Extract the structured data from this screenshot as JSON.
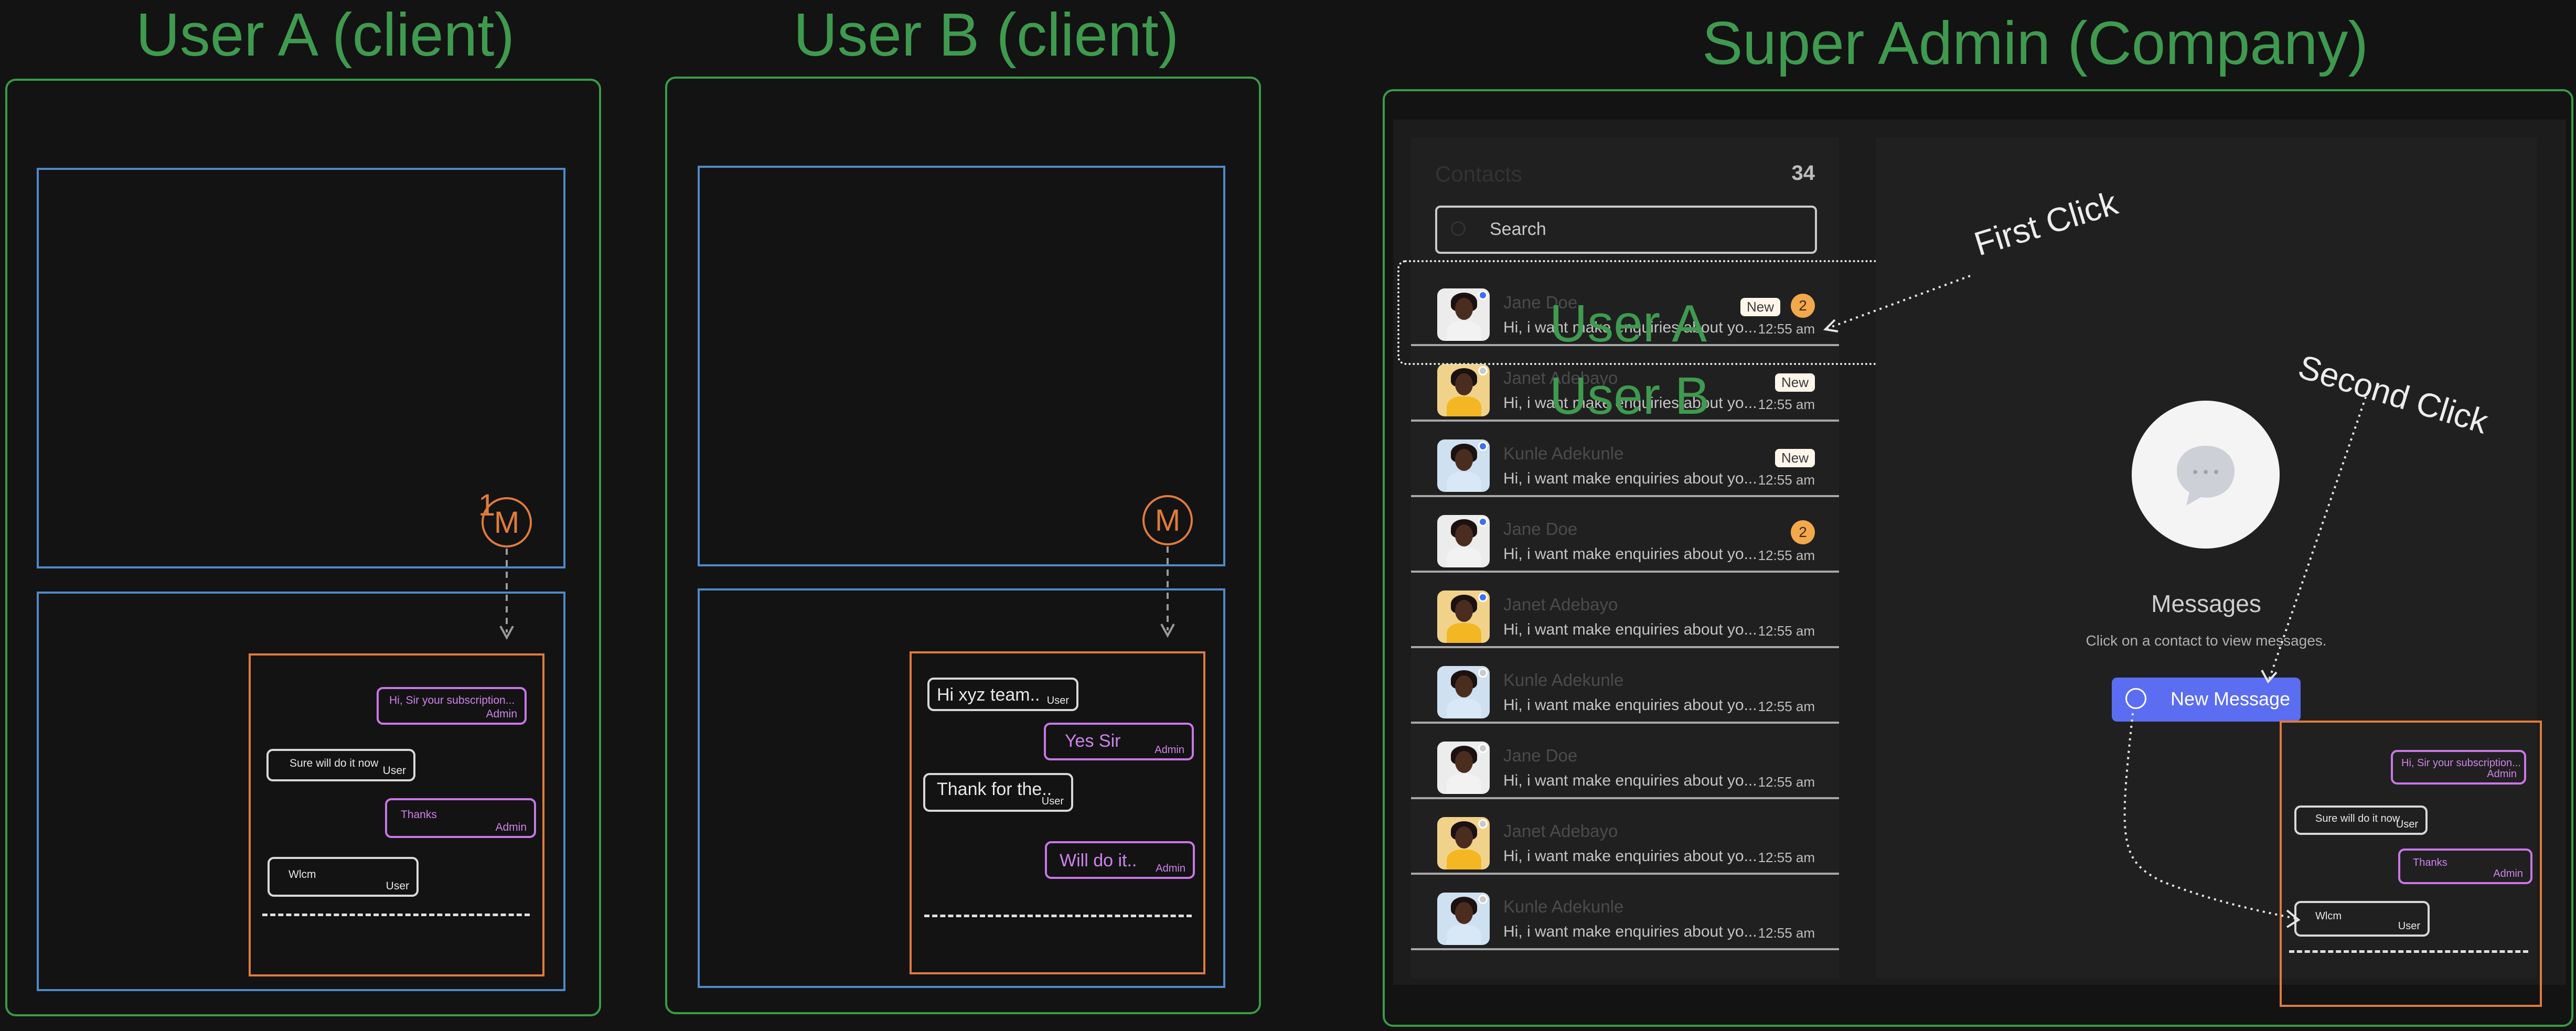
{
  "titles": {
    "user_a": "User A (client)",
    "user_b": "User B (client)",
    "admin": "Super Admin (Company)"
  },
  "user_a": {
    "notification_count": "1",
    "avatar_letter": "M",
    "messages": [
      {
        "text": "Hi, Sir your subscription...",
        "role": "Admin"
      },
      {
        "text": "Sure will do it now",
        "role": "User"
      },
      {
        "text": "Thanks",
        "role": "Admin"
      },
      {
        "text": "Wlcm",
        "role": "User"
      }
    ]
  },
  "user_b": {
    "avatar_letter": "M",
    "messages": [
      {
        "text": "Hi xyz team..",
        "role": "User"
      },
      {
        "text": "Yes Sir",
        "role": "Admin"
      },
      {
        "text": "Thank for the..",
        "role": "User"
      },
      {
        "text": "Will do it..",
        "role": "Admin"
      }
    ]
  },
  "admin": {
    "contacts_title": "Contacts",
    "contacts_count": "34",
    "search_placeholder": "Search",
    "overlay_user_a": "User A",
    "overlay_user_b": "User B",
    "contacts": [
      {
        "name": "Jane Doe",
        "preview": "Hi, i want make enquiries about yo...",
        "time": "12:55 am",
        "new_label": "New",
        "count": "2",
        "status": "#3f6ff2"
      },
      {
        "name": "Janet Adebayo",
        "preview": "Hi, i want make enquiries about yo...",
        "time": "12:55 am",
        "new_label": "New",
        "count": "",
        "status": "#c9c9c9"
      },
      {
        "name": "Kunle Adekunle",
        "preview": "Hi, i want make enquiries about yo...",
        "time": "12:55 am",
        "new_label": "New",
        "count": "",
        "status": "#3f6ff2"
      },
      {
        "name": "Jane Doe",
        "preview": "Hi, i want make enquiries about yo...",
        "time": "12:55 am",
        "new_label": "",
        "count": "2",
        "status": "#3f6ff2"
      },
      {
        "name": "Janet Adebayo",
        "preview": "Hi, i want make enquiries about yo...",
        "time": "12:55 am",
        "new_label": "",
        "count": "",
        "status": "#3f6ff2"
      },
      {
        "name": "Kunle Adekunle",
        "preview": "Hi, i want make enquiries about yo...",
        "time": "12:55 am",
        "new_label": "",
        "count": "",
        "status": "#c9c9c9"
      },
      {
        "name": "Jane Doe",
        "preview": "Hi, i want make enquiries about yo...",
        "time": "12:55 am",
        "new_label": "",
        "count": "",
        "status": "#c9c9c9"
      },
      {
        "name": "Janet Adebayo",
        "preview": "Hi, i want make enquiries about yo...",
        "time": "12:55 am",
        "new_label": "",
        "count": "",
        "status": "#c9c9c9"
      },
      {
        "name": "Kunle Adekunle",
        "preview": "Hi, i want make enquiries about yo...",
        "time": "12:55 am",
        "new_label": "",
        "count": "",
        "status": "#c9c9c9"
      }
    ],
    "empty_state": {
      "title": "Messages",
      "subtitle": "Click on a contact to view messages.",
      "button_label": "New Message"
    },
    "annotations": {
      "first_click": "First Click",
      "second_click": "Second Click"
    },
    "chat": [
      {
        "text": "Hi, Sir your subscription...",
        "role": "Admin"
      },
      {
        "text": "Sure will do it now",
        "role": "User"
      },
      {
        "text": "Thanks",
        "role": "Admin"
      },
      {
        "text": "Wlcm",
        "role": "User"
      }
    ]
  },
  "colors": {
    "green": "#3a9b48",
    "blue": "#4f89c6",
    "orange": "#e07b3c",
    "admin_purple": "#c877e6",
    "button_blue": "#5b6df0"
  }
}
